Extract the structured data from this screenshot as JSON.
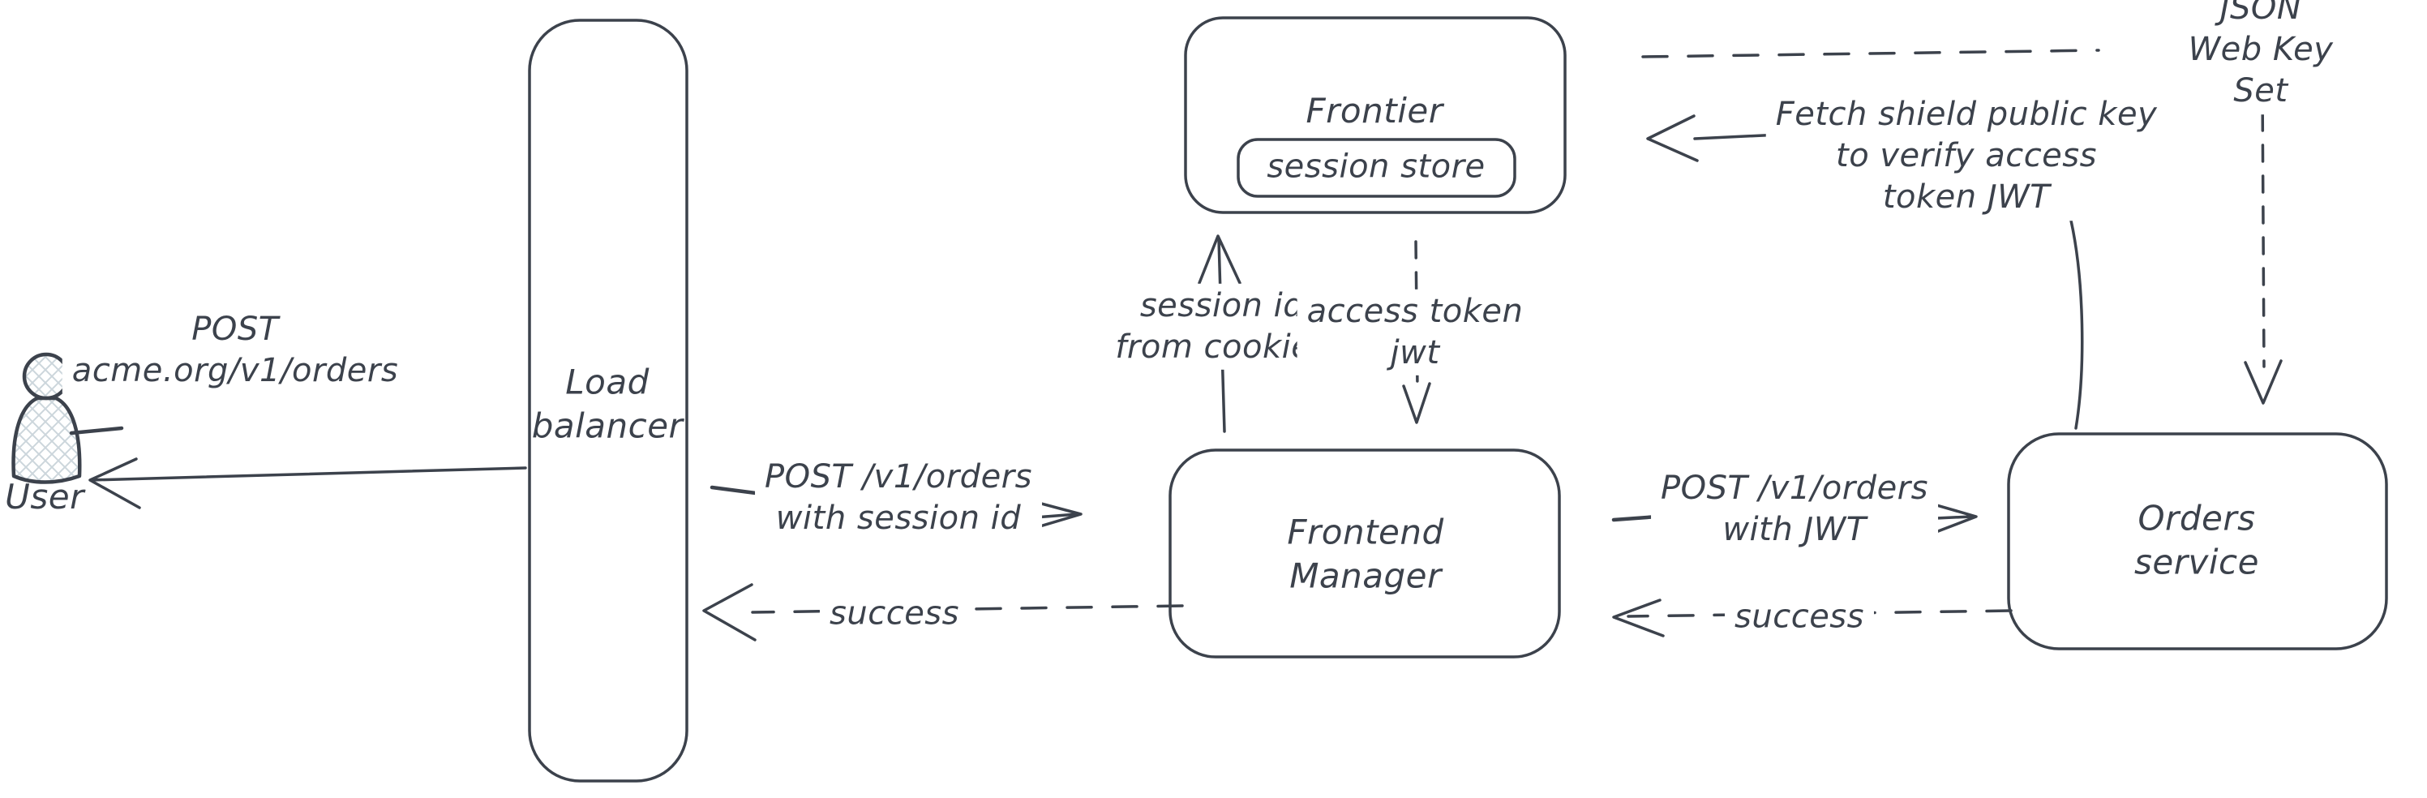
{
  "diagram": {
    "colors": {
      "stroke": "#3c424c",
      "hatch": "#ccd6dc",
      "background": "#ffffff"
    },
    "nodes": {
      "user": {
        "label": "User"
      },
      "load_balancer": {
        "label": "Load\nbalancer"
      },
      "frontier": {
        "label": "Frontier"
      },
      "session_store": {
        "label": "session store"
      },
      "frontend_manager": {
        "label": "Frontend\nManager"
      },
      "orders_service": {
        "label": "Orders service"
      },
      "jwks": {
        "label": "JSON Web Key Set"
      }
    },
    "edges": {
      "user_to_load_balancer": {
        "label": "POST\nacme.org/v1/orders",
        "style": "solid"
      },
      "load_balancer_to_user": {
        "label": "",
        "style": "solid"
      },
      "load_balancer_to_frontend_manager": {
        "label": "POST /v1/orders\nwith session id",
        "style": "solid"
      },
      "frontend_manager_to_load_balancer": {
        "label": "success",
        "style": "dashed"
      },
      "frontend_manager_to_frontier": {
        "label": "session id\nfrom cookies",
        "style": "solid"
      },
      "frontier_to_frontend_manager": {
        "label": "access token\njwt",
        "style": "dashed"
      },
      "frontend_manager_to_orders_service": {
        "label": "POST /v1/orders\nwith JWT",
        "style": "solid"
      },
      "orders_service_to_frontend_manager": {
        "label": "success",
        "style": "dashed"
      },
      "orders_service_to_frontier": {
        "label": "Fetch shield public key\nto verify access\ntoken JWT",
        "style": "solid"
      },
      "jwks_to_frontier": {
        "label": "",
        "style": "dashed"
      },
      "jwks_to_orders_service": {
        "label": "",
        "style": "dashed"
      }
    }
  }
}
